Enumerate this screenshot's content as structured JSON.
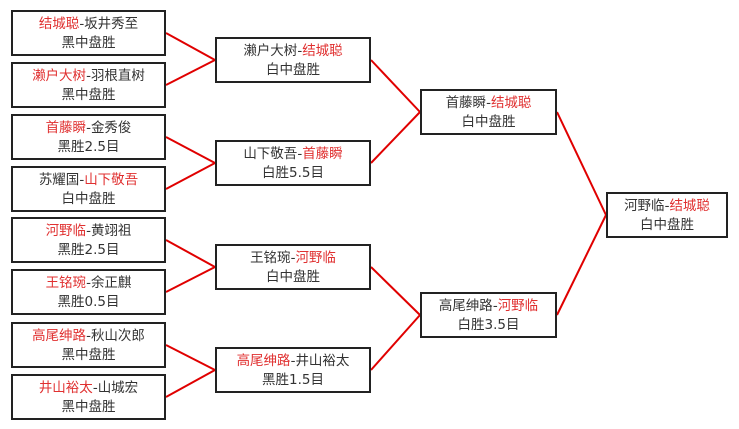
{
  "colors": {
    "winner": "#e03030",
    "line": "#e00000",
    "text": "#333333"
  },
  "round1": [
    {
      "p1": "结城聪",
      "p2": "坂井秀至",
      "winner": 1,
      "result": "黑中盘胜"
    },
    {
      "p1": "濑户大树",
      "p2": "羽根直树",
      "winner": 1,
      "result": "黑中盘胜"
    },
    {
      "p1": "首藤瞬",
      "p2": "金秀俊",
      "winner": 1,
      "result": "黑胜2.5目"
    },
    {
      "p1": "苏耀国",
      "p2": "山下敬吾",
      "winner": 2,
      "result": "白中盘胜"
    },
    {
      "p1": "河野临",
      "p2": "黄翊祖",
      "winner": 1,
      "result": "黑胜2.5目"
    },
    {
      "p1": "王铭琬",
      "p2": "余正麒",
      "winner": 1,
      "result": "黑胜0.5目"
    },
    {
      "p1": "高尾绅路",
      "p2": "秋山次郎",
      "winner": 1,
      "result": "黑中盘胜"
    },
    {
      "p1": "井山裕太",
      "p2": "山城宏",
      "winner": 1,
      "result": "黑中盘胜"
    }
  ],
  "round2": [
    {
      "p1": "濑户大树",
      "p2": "结城聪",
      "winner": 2,
      "result": "白中盘胜"
    },
    {
      "p1": "山下敬吾",
      "p2": "首藤瞬",
      "winner": 2,
      "result": "白胜5.5目"
    },
    {
      "p1": "王铭琬",
      "p2": "河野临",
      "winner": 2,
      "result": "白中盘胜"
    },
    {
      "p1": "高尾绅路",
      "p2": "井山裕太",
      "winner": 1,
      "result": "黑胜1.5目"
    }
  ],
  "round3": [
    {
      "p1": "首藤瞬",
      "p2": "结城聪",
      "winner": 2,
      "result": "白中盘胜"
    },
    {
      "p1": "高尾绅路",
      "p2": "河野临",
      "winner": 2,
      "result": "白胜3.5目"
    }
  ],
  "final": [
    {
      "p1": "河野临",
      "p2": "结城聪",
      "winner": 2,
      "result": "白中盘胜"
    }
  ],
  "separator": "-"
}
